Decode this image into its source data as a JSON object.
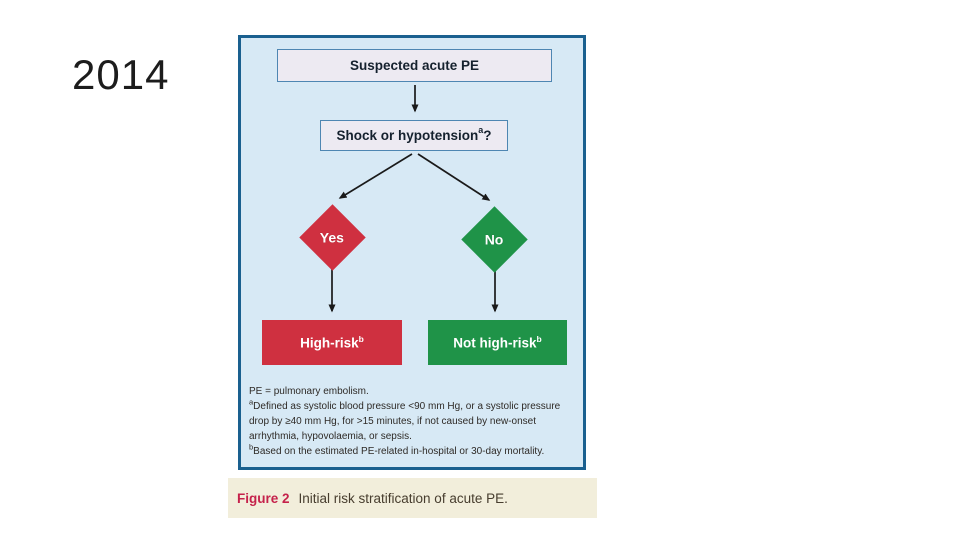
{
  "slide": {
    "year": "2014"
  },
  "flowchart": {
    "nodes": {
      "start": {
        "label": "Suspected acute PE"
      },
      "decision": {
        "label": "Shock or hypotension",
        "sup": "a",
        "suffix": "?"
      },
      "yes": {
        "label": "Yes"
      },
      "no": {
        "label": "No"
      },
      "high_risk": {
        "label": "High-risk",
        "sup": "b"
      },
      "not_high_risk": {
        "label": "Not high-risk",
        "sup": "b"
      }
    },
    "footnotes": [
      {
        "sup": "",
        "text": "PE = pulmonary embolism."
      },
      {
        "sup": "a",
        "text": "Defined as systolic blood pressure <90 mm Hg, or a systolic pressure drop by ≥40 mm Hg, for >15 minutes, if not caused by new-onset arrhythmia, hypovolaemia, or sepsis."
      },
      {
        "sup": "b",
        "text": "Based on the estimated PE-related in-hospital or 30-day mortality."
      }
    ],
    "colors": {
      "yes": "#cf3040",
      "no": "#1f9348",
      "panel_bg": "#d7e9f5",
      "panel_border": "#1a608f",
      "box_bg": "#edeaf2",
      "box_border": "#4e86b2",
      "caption_bg": "#f2eedb",
      "figure_label": "#c5224b",
      "arrow": "#1a1a1a"
    }
  },
  "caption": {
    "figure_label": "Figure 2",
    "text": "Initial risk stratification of acute PE."
  }
}
